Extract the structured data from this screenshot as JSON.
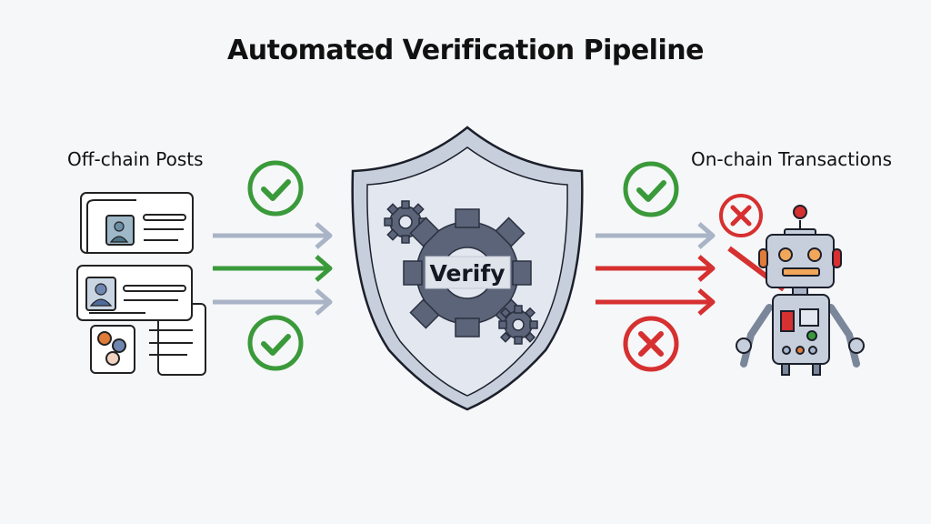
{
  "diagram": {
    "title": "Automated Verification Pipeline",
    "left_label": "Off-chain Posts",
    "right_label": "On-chain Transactions",
    "center_label": "Verify",
    "left_arrows": [
      {
        "color": "#a9b4c6",
        "type": "neutral"
      },
      {
        "color": "#3a9a3a",
        "type": "pass"
      },
      {
        "color": "#a9b4c6",
        "type": "neutral"
      }
    ],
    "right_arrows": [
      {
        "color": "#a9b4c6",
        "type": "neutral"
      },
      {
        "color": "#d63030",
        "type": "fail"
      },
      {
        "color": "#d63030",
        "type": "fail"
      }
    ],
    "badges": {
      "left_top": "check",
      "left_bottom": "check",
      "right_top": "check",
      "right_bottom": "cross",
      "robot_top": "cross"
    },
    "colors": {
      "green": "#3a9a3a",
      "red": "#d63030",
      "shield_fill": "#dfe4ee",
      "gear": "#5b6478"
    }
  }
}
